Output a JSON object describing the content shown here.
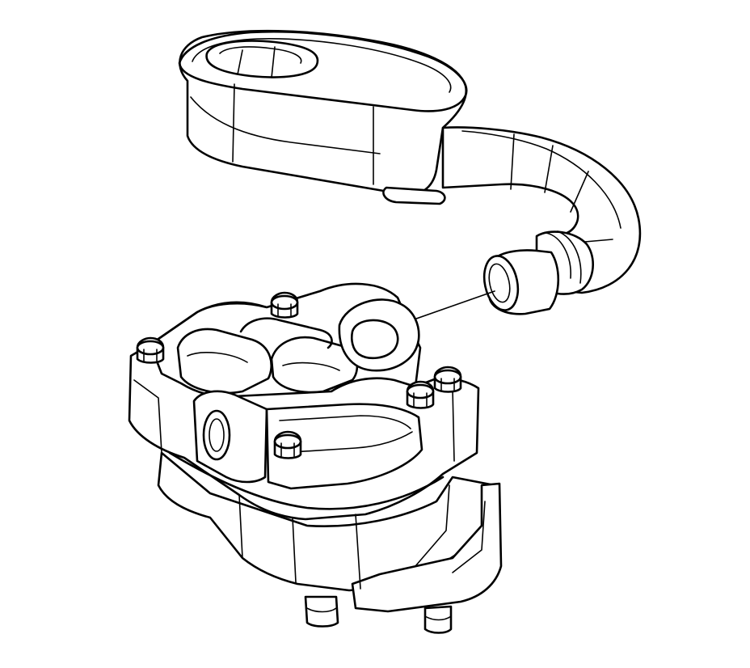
{
  "figure": {
    "line_color": "#000000",
    "background": "#ffffff",
    "parts": [
      "oil-pump-pickup-tube",
      "oil-pump-assembly",
      "alignment-leader-line"
    ]
  }
}
